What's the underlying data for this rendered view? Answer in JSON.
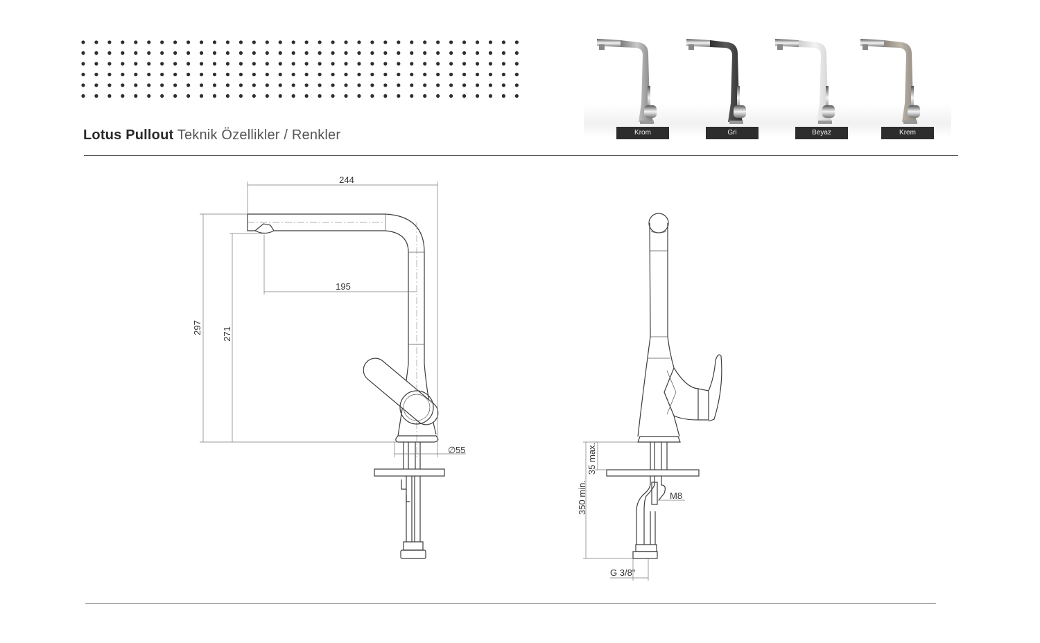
{
  "header": {
    "product_name": "Lotus Pullout",
    "subtitle": "Teknik Özellikler / Renkler",
    "dot_rows": 6,
    "dot_cols": 34
  },
  "colors": [
    {
      "label": "Krom",
      "body": "#c9c9c9",
      "dark": "#7d7d7d"
    },
    {
      "label": "Gri",
      "body": "#5a5a5a",
      "dark": "#2f2f2f"
    },
    {
      "label": "Beyaz",
      "body": "#f2f2f2",
      "dark": "#cfcfcf"
    },
    {
      "label": "Krem",
      "body": "#bdb5aa",
      "dark": "#8f887f"
    }
  ],
  "drawing": {
    "front": {
      "width": "244",
      "reach": "195",
      "height_total": "297",
      "height_outlet": "271",
      "base_diameter": "55",
      "diameter_symbol": "∅"
    },
    "side": {
      "deck_thickness": "35 max.",
      "hose_length": "350 min.",
      "stud": "M8",
      "connection": "G 3/8\""
    }
  }
}
